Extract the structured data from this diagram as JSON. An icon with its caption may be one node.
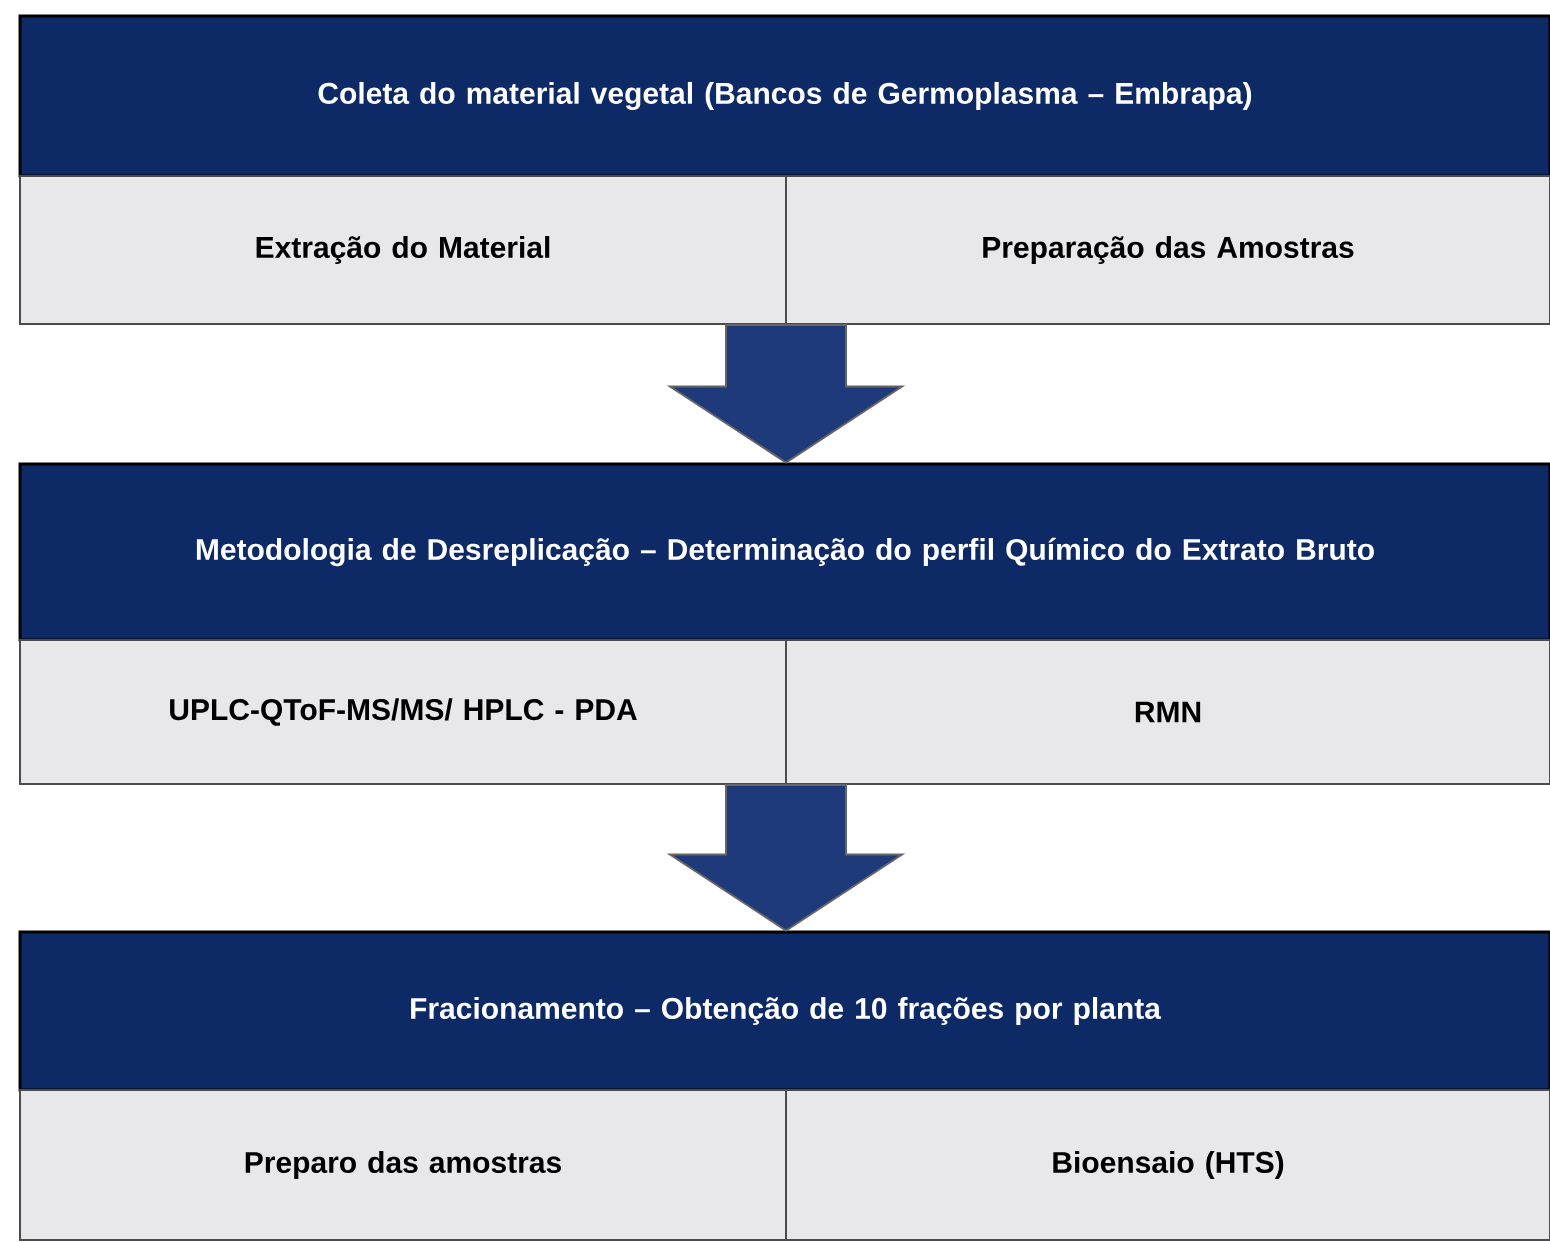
{
  "diagram": {
    "nodes": [
      {
        "text": [
          "Coleta do material vegetal (Bancos de Germoplasma – Embrapa)"
        ]
      },
      {
        "text": [
          "Extração do Material"
        ]
      },
      {
        "text": [
          "Preparação das Amostras"
        ]
      },
      {
        "text": [
          "Metodologia de Desreplicação – Determinação do perfil Químico do Extrato Bruto"
        ]
      },
      {
        "text": [
          "UPLC-QToF-MS/MS/ HPLC - PDA"
        ]
      },
      {
        "text": [
          "RMN"
        ]
      },
      {
        "text": [
          "Fracionamento – Obtenção de  10 frações por planta"
        ]
      },
      {
        "text": [
          "Preparo das amostras"
        ]
      },
      {
        "text": [
          "Bioensaio (HTS)"
        ]
      }
    ],
    "edges": [
      {
        "from": 1,
        "to": 3,
        "arrow": "to"
      },
      {
        "from": 2,
        "to": 3,
        "arrow": "to"
      },
      {
        "from": 4,
        "to": 6,
        "arrow": "to"
      },
      {
        "from": 5,
        "to": 6,
        "arrow": "to"
      }
    ]
  }
}
